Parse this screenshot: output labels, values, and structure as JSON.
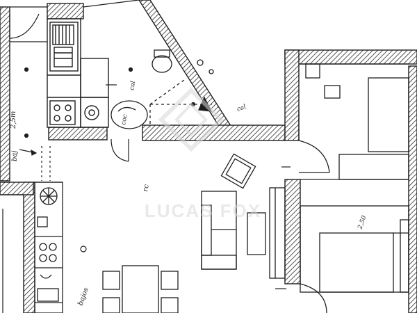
{
  "plan": {
    "ink_color": "#1e1e1e",
    "hatch_color": "#2a2a2a",
    "watermark_color": "#d8d8d8"
  },
  "labels": {
    "hall": "2,5m",
    "bath": "baj",
    "kitchen": "coc",
    "cal": "cal",
    "closet": "cal",
    "living": "rc",
    "balcony": "bajos",
    "bedroom": "2,50"
  },
  "watermark": {
    "text": "LUCAS FOX"
  }
}
